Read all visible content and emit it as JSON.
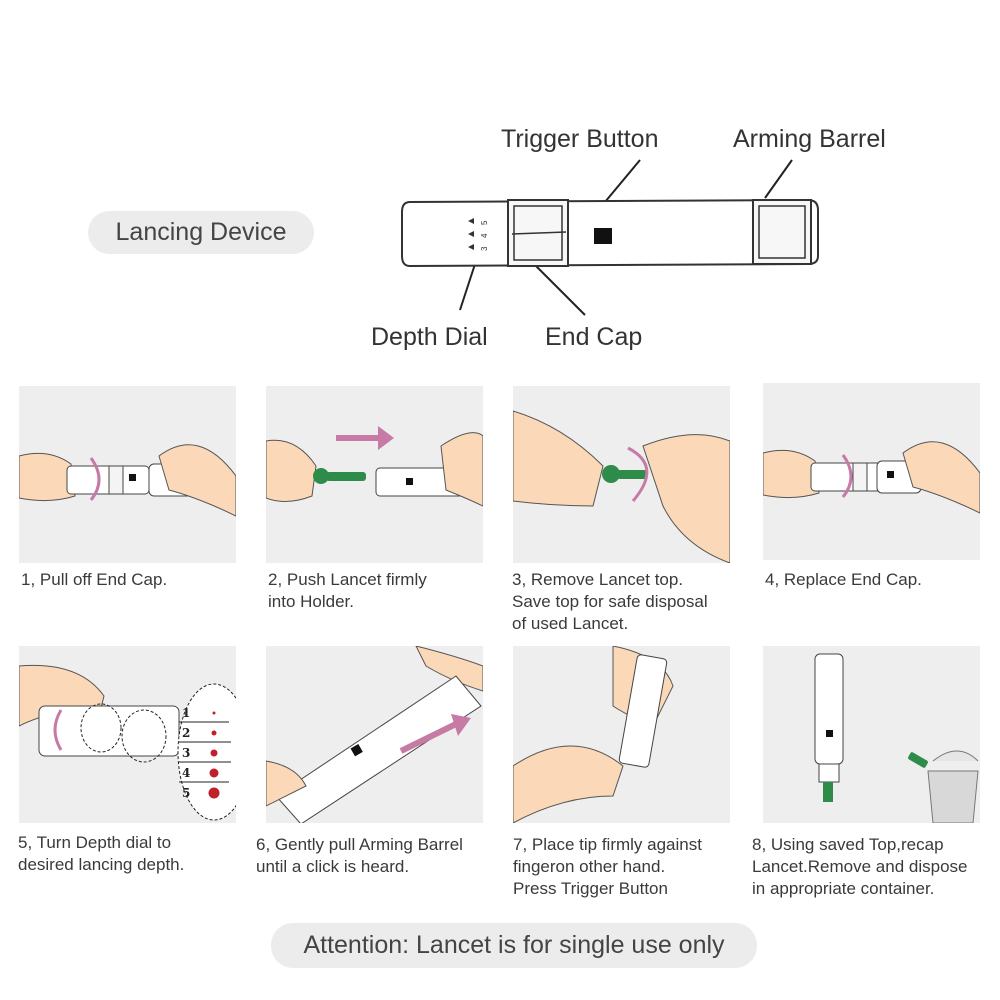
{
  "header": {
    "device_label": "Lancing Device",
    "parts": {
      "trigger_button": "Trigger Button",
      "arming_barrel": "Arming Barrel",
      "depth_dial": "Depth Dial",
      "end_cap": "End Cap"
    },
    "dial_marks": [
      "5",
      "4",
      "3"
    ]
  },
  "steps": [
    {
      "lines": [
        "1, Pull off End Cap."
      ]
    },
    {
      "lines": [
        "2, Push Lancet firmly",
        "into Holder."
      ]
    },
    {
      "lines": [
        "3, Remove Lancet top.",
        "Save top for safe disposal",
        "of used Lancet."
      ]
    },
    {
      "lines": [
        "4, Replace End Cap."
      ]
    },
    {
      "lines": [
        "5, Turn Depth dial to",
        "desired lancing depth."
      ]
    },
    {
      "lines": [
        "6, Gently pull Arming Barrel",
        "until a click is heard."
      ]
    },
    {
      "lines": [
        "7, Place tip firmly against",
        "fingeron other hand.",
        "Press Trigger Button"
      ]
    },
    {
      "lines": [
        "8, Using saved Top,recap",
        "Lancet.Remove and dispose",
        "in appropriate container."
      ]
    }
  ],
  "depth_levels": [
    "1",
    "2",
    "3",
    "4",
    "5"
  ],
  "footer": {
    "attention": "Attention: Lancet is for single use only"
  },
  "colors": {
    "skin": "#fbd9b8",
    "lancet_green": "#2e8b4a",
    "arrow_pink": "#c77aa6",
    "panel_bg": "#eeeeee",
    "blood": "#c0202a"
  }
}
